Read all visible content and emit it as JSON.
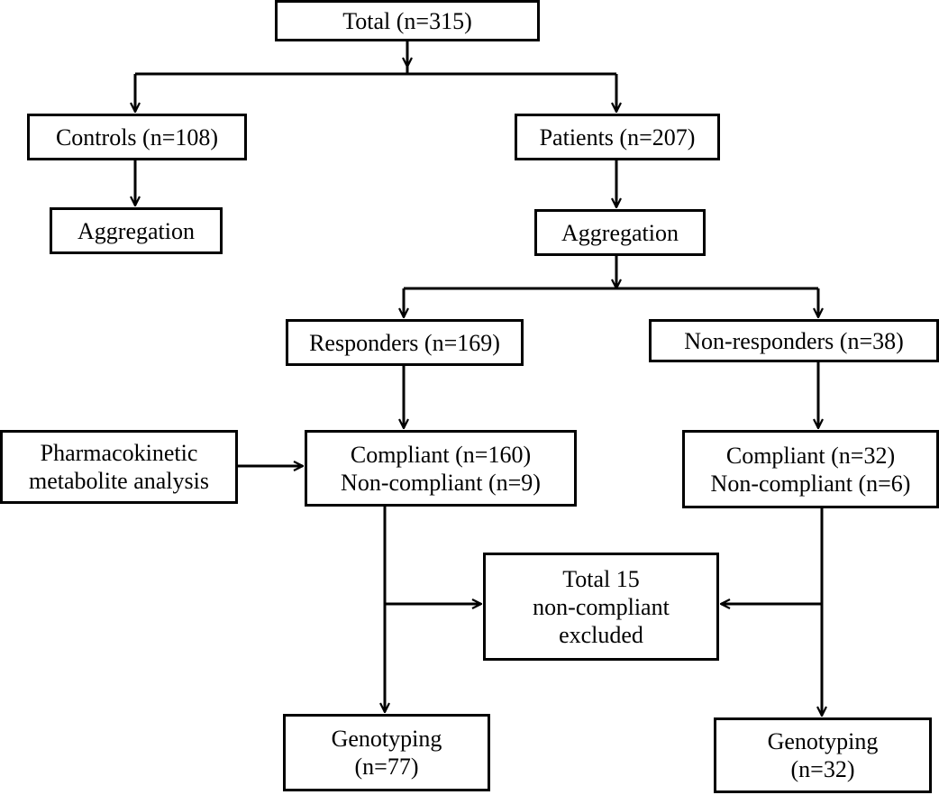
{
  "nodes": {
    "total": {
      "lines": [
        "Total (n=315)"
      ]
    },
    "controls": {
      "lines": [
        "Controls (n=108)"
      ]
    },
    "controls_aggregation": {
      "lines": [
        "Aggregation"
      ]
    },
    "patients": {
      "lines": [
        "Patients (n=207)"
      ]
    },
    "patients_aggregation": {
      "lines": [
        "Aggregation"
      ]
    },
    "responders": {
      "lines": [
        "Responders (n=169)"
      ]
    },
    "non_responders": {
      "lines": [
        "Non-responders (n=38)"
      ]
    },
    "pharmacokinetic": {
      "lines": [
        "Pharmacokinetic",
        "metabolite analysis"
      ]
    },
    "responders_compliance": {
      "lines": [
        "Compliant (n=160)",
        "Non-compliant (n=9)"
      ]
    },
    "non_responders_compliance": {
      "lines": [
        "Compliant (n=32)",
        "Non-compliant (n=6)"
      ]
    },
    "excluded": {
      "lines": [
        "Total 15",
        "non-compliant",
        "excluded"
      ]
    },
    "responders_genotyping": {
      "lines": [
        "Genotyping",
        "(n=77)"
      ]
    },
    "non_responders_genotyping": {
      "lines": [
        "Genotyping",
        "(n=32)"
      ]
    }
  },
  "edges": [
    {
      "from": "total",
      "to": "controls"
    },
    {
      "from": "total",
      "to": "patients"
    },
    {
      "from": "controls",
      "to": "controls_aggregation"
    },
    {
      "from": "patients",
      "to": "patients_aggregation"
    },
    {
      "from": "patients_aggregation",
      "to": "responders"
    },
    {
      "from": "patients_aggregation",
      "to": "non_responders"
    },
    {
      "from": "responders",
      "to": "responders_compliance"
    },
    {
      "from": "non_responders",
      "to": "non_responders_compliance"
    },
    {
      "from": "pharmacokinetic",
      "to": "responders_compliance"
    },
    {
      "from": "responders_compliance",
      "to": "excluded"
    },
    {
      "from": "non_responders_compliance",
      "to": "excluded"
    },
    {
      "from": "responders_compliance",
      "to": "responders_genotyping"
    },
    {
      "from": "non_responders_compliance",
      "to": "non_responders_genotyping"
    }
  ]
}
